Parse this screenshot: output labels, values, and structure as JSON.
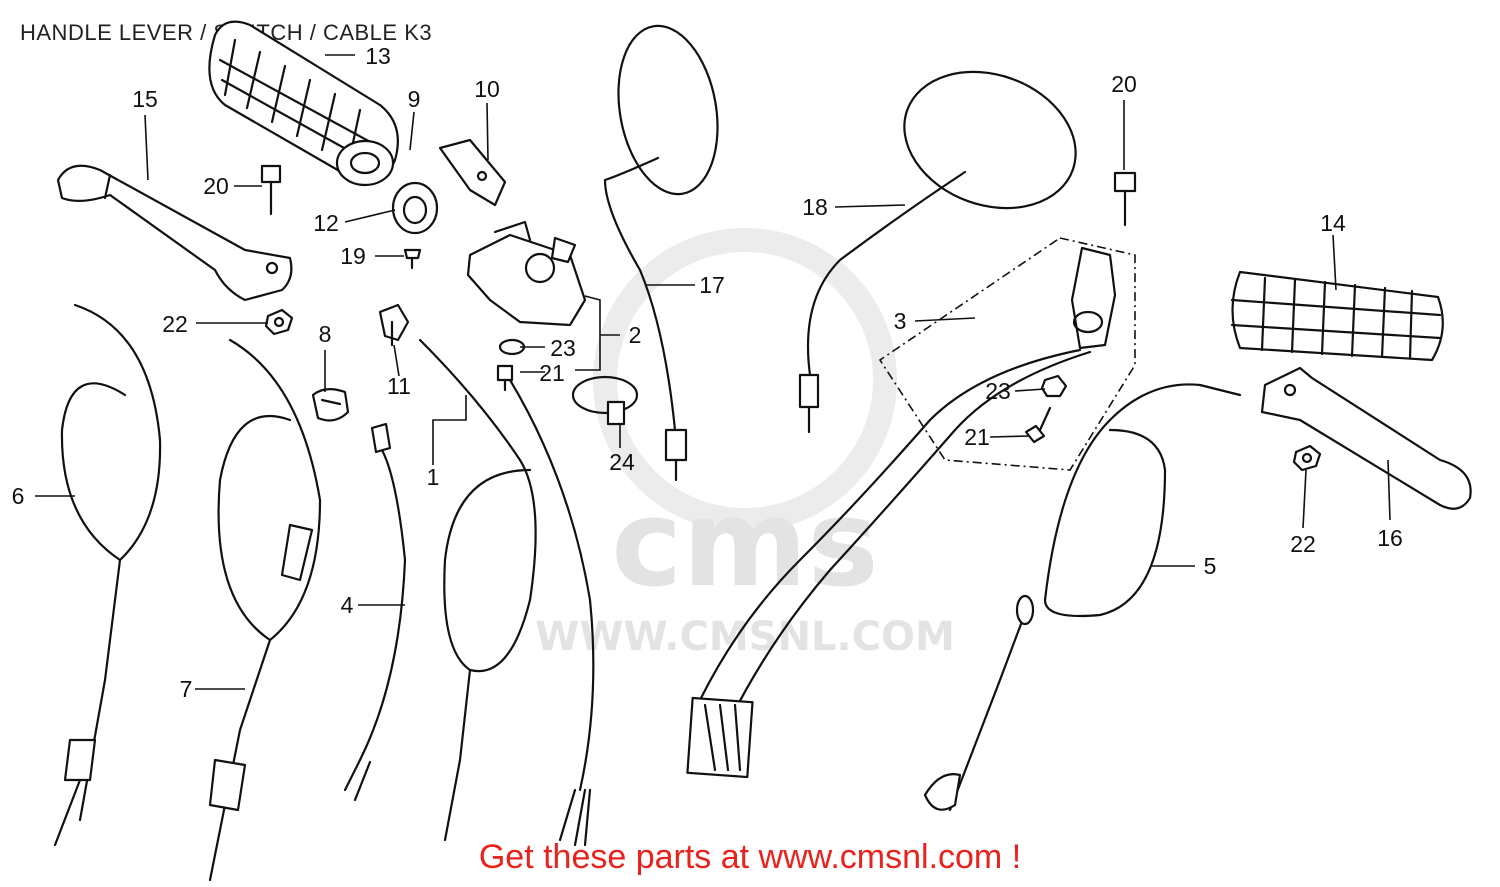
{
  "title": "HANDLE LEVER / SWITCH / CABLE K3",
  "promo": "Get these parts at www.cmsnl.com !",
  "watermark": {
    "logo": "cms",
    "url": "WWW.CMSNL.COM"
  },
  "colors": {
    "promo": "#e8231d",
    "ink": "#111111",
    "watermark": "#e3e3e3"
  },
  "callouts": [
    "1",
    "2",
    "3",
    "4",
    "5",
    "6",
    "7",
    "8",
    "9",
    "10",
    "11",
    "12",
    "13",
    "14",
    "15",
    "16",
    "17",
    "18",
    "19",
    "20",
    "20",
    "21",
    "21",
    "22",
    "22",
    "23",
    "23",
    "24"
  ]
}
